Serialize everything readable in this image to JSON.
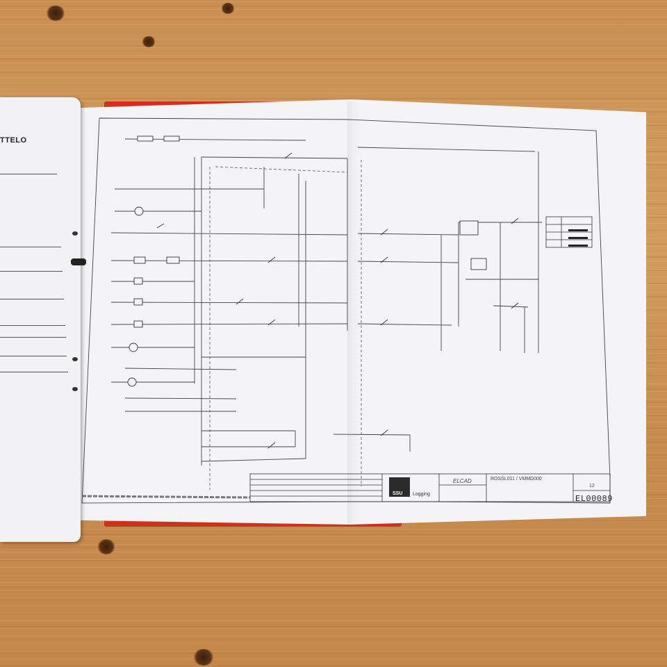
{
  "left_page": {
    "heading": "TTELO"
  },
  "schematic": {
    "cad_label": "ELCAD",
    "project": "ROSSL011 / VMMD000",
    "brand": "SSU",
    "brand_sub": "Logging",
    "page_number": "12",
    "drawing_number": "EL00089"
  }
}
